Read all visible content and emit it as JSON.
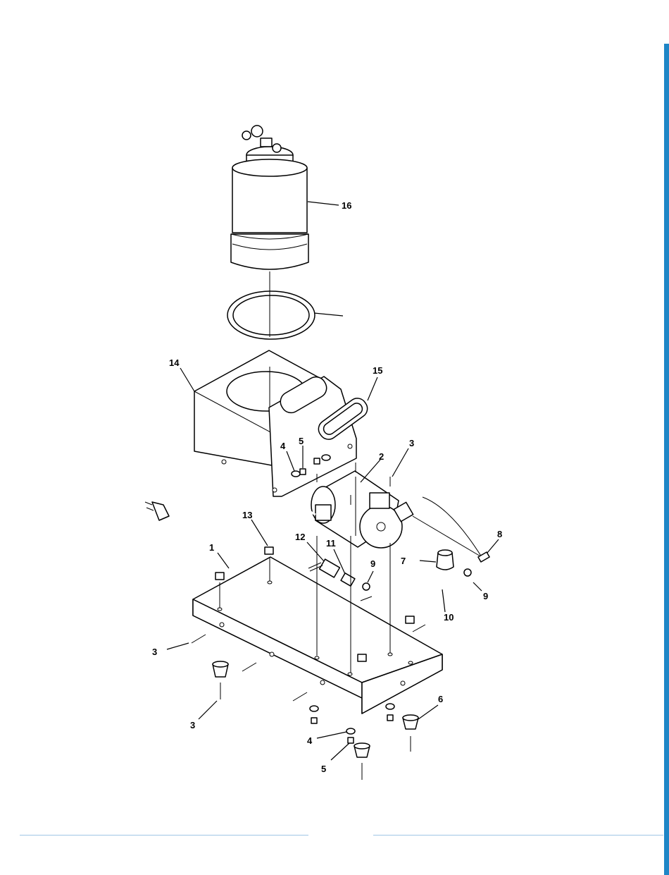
{
  "callouts": {
    "c1": "1",
    "c2": "2",
    "c3a": "3",
    "c3b": "3",
    "c3c": "3",
    "c4a": "4",
    "c4b": "4",
    "c5a": "5",
    "c5b": "5",
    "c6": "6",
    "c7": "7",
    "c8": "8",
    "c9a": "9",
    "c9b": "9",
    "c10": "10",
    "c11": "11",
    "c12": "12",
    "c13": "13",
    "c14": "14",
    "c15": "15",
    "c16": "16"
  },
  "colors": {
    "accent": "#1f86c6",
    "rule": "#9fc6e6",
    "line": "#000000"
  }
}
